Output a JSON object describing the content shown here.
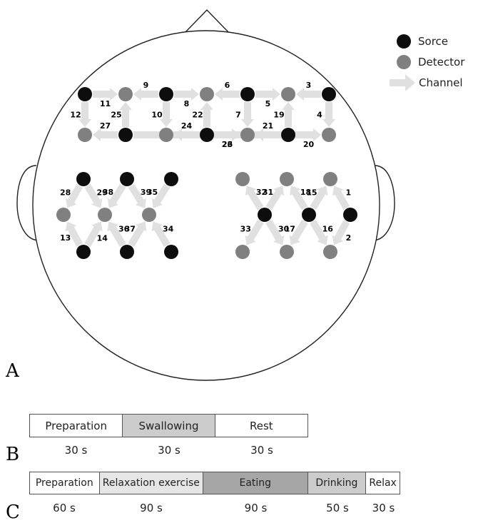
{
  "legend": {
    "source": "Sorce",
    "detector": "Detector",
    "channel": "Channel"
  },
  "colors": {
    "source": "#0d0d0d",
    "detector": "#808080",
    "channel": "#e0e0e0",
    "swallowing": "#cccccc",
    "relaxation": "#e6e6e6",
    "eating": "#a6a6a6",
    "drinking": "#cccccc"
  },
  "panels": {
    "a": "A",
    "b": "B",
    "c": "C"
  },
  "channels": [
    "1",
    "2",
    "3",
    "4",
    "5",
    "6",
    "7",
    "8",
    "9",
    "10",
    "11",
    "12",
    "13",
    "14",
    "15",
    "16",
    "17",
    "18",
    "19",
    "20",
    "21",
    "22",
    "23",
    "24",
    "25",
    "26",
    "27",
    "28",
    "29",
    "30",
    "31",
    "32",
    "33",
    "34",
    "35",
    "36",
    "37",
    "38",
    "39"
  ],
  "timeline_b": {
    "segments": [
      {
        "label": "Preparation",
        "duration": "30 s"
      },
      {
        "label": "Swallowing",
        "duration": "30 s"
      },
      {
        "label": "Rest",
        "duration": "30 s"
      }
    ]
  },
  "timeline_c": {
    "segments": [
      {
        "label": "Preparation",
        "duration": "60 s"
      },
      {
        "label": "Relaxation exercise",
        "duration": "90 s"
      },
      {
        "label": "Eating",
        "duration": "90 s"
      },
      {
        "label": "Drinking",
        "duration": "50 s"
      },
      {
        "label": "Relax",
        "duration": "30 s"
      }
    ]
  }
}
